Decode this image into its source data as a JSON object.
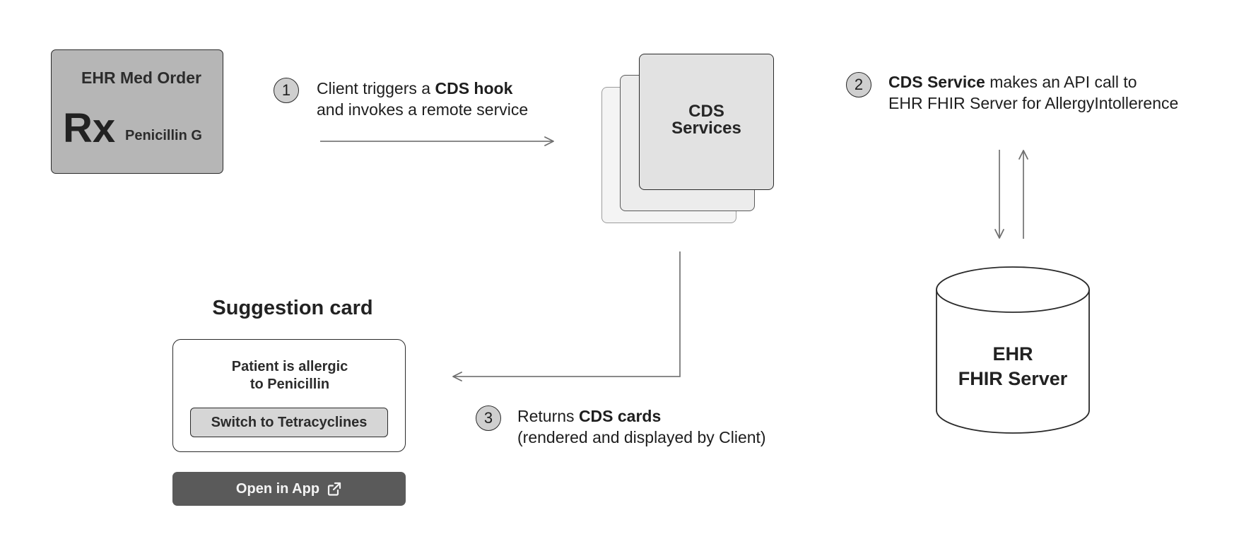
{
  "med_order": {
    "title": "EHR Med Order",
    "rx_symbol": "Rx",
    "drug": "Penicillin G"
  },
  "steps": [
    {
      "number": "1",
      "line1_prefix": "Client triggers a ",
      "line1_bold": "CDS hook",
      "line2": "and invokes a remote service"
    },
    {
      "number": "2",
      "line1_bold": "CDS Service",
      "line1_suffix": " makes an API call to",
      "line2": "EHR FHIR Server for AllergyIntollerence"
    },
    {
      "number": "3",
      "line1_prefix": "Returns ",
      "line1_bold": "CDS cards",
      "line2": "(rendered and displayed by Client)"
    }
  ],
  "cds_services": {
    "line1": "CDS",
    "line2": "Services"
  },
  "fhir_server": {
    "line1": "EHR",
    "line2": "FHIR Server"
  },
  "suggestion": {
    "title": "Suggestion card",
    "message_line1": "Patient is allergic",
    "message_line2": "to Penicillin",
    "action_label": "Switch to Tetracyclines",
    "open_label": "Open in App",
    "open_icon": "external-link-icon"
  },
  "colors": {
    "card_gray": "#b6b6b6",
    "button_dark": "#5a5a5a",
    "badge_gray": "#cfcfcf",
    "stroke": "#2a2a2a",
    "arrow": "#7a7a7a"
  }
}
